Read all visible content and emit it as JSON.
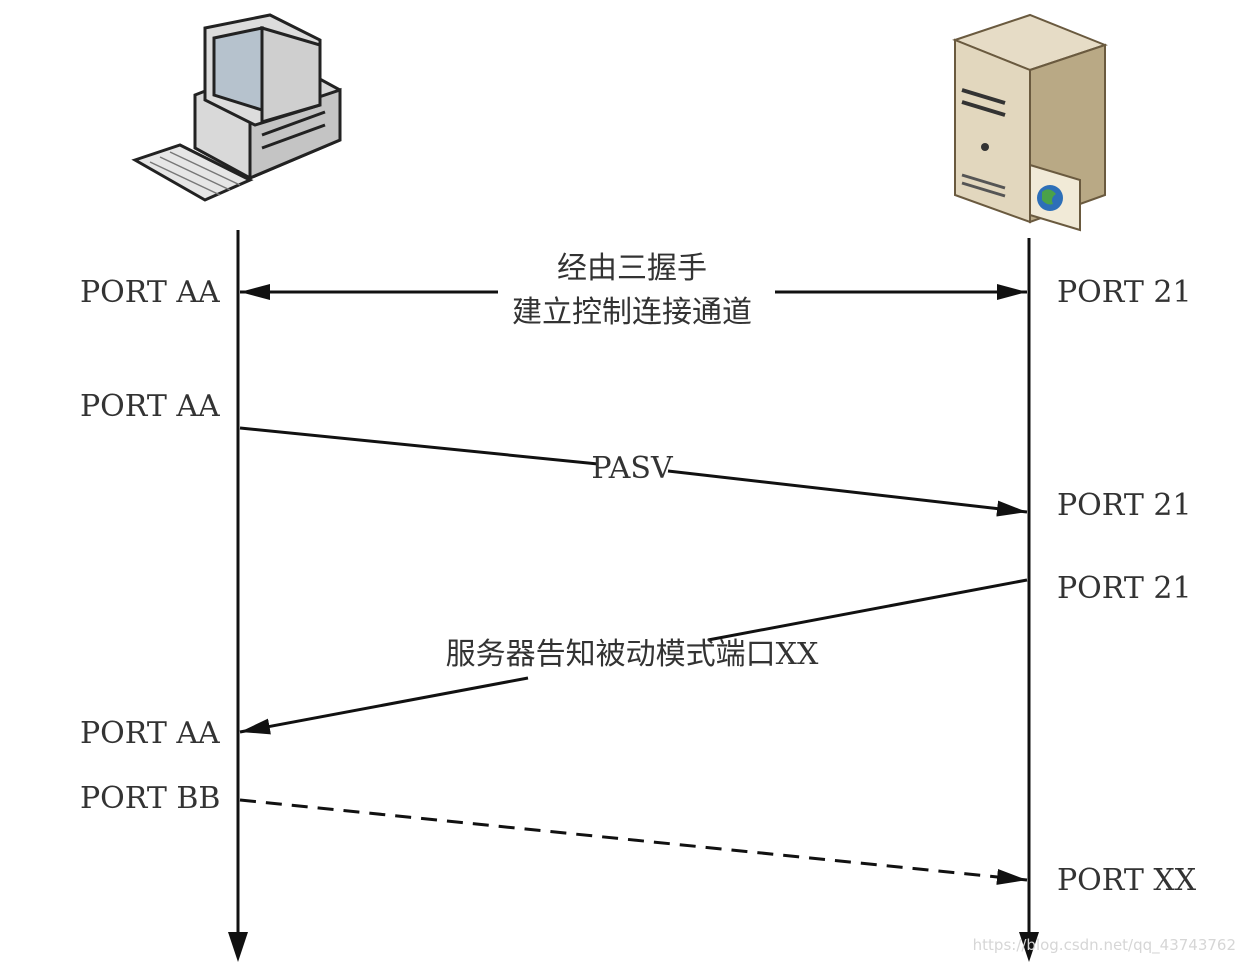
{
  "client": {
    "icon": "desktop-computer-icon"
  },
  "server": {
    "icon": "server-globe-icon"
  },
  "labels": {
    "client_port_1": "PORT AA",
    "client_port_2": "PORT AA",
    "client_port_3": "PORT AA",
    "client_port_4": "PORT BB",
    "server_port_1": "PORT 21",
    "server_port_2": "PORT 21",
    "server_port_3": "PORT 21",
    "server_port_4": "PORT XX"
  },
  "messages": {
    "handshake_line1": "经由三握手",
    "handshake_line2": "建立控制连接通道",
    "pasv": "PASV",
    "passive_reply": "服务器告知被动模式端口XX"
  },
  "watermark": "https://blog.csdn.net/qq_43743762",
  "colors": {
    "line": "#111111",
    "text": "#333333"
  }
}
